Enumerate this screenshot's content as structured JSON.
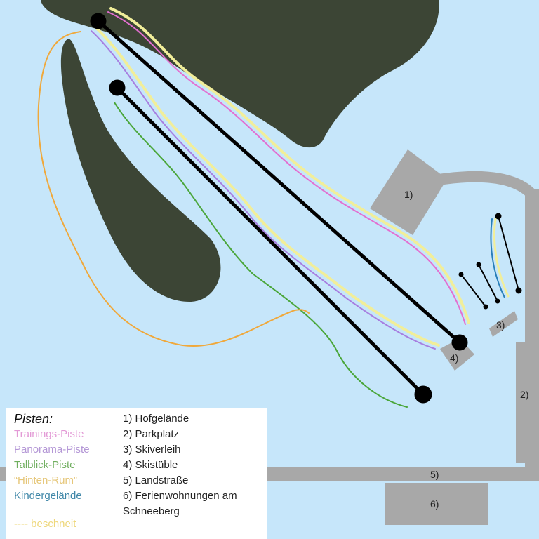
{
  "map": {
    "colors": {
      "background": "#c6e6fa",
      "forest": "#3c4535",
      "building": "#a8a8a8",
      "lift": "#000000",
      "trainings": "#e36fd0",
      "panorama": "#a77fe0",
      "talblick": "#4aa63a",
      "hinten_rum": "#f0a83a",
      "kinder": "#2a7fb8",
      "beschneit": "#f1ee9a"
    },
    "labels": {
      "hof": "1)",
      "parkplatz": "2)",
      "skiverleih": "3)",
      "skistueble": "4)",
      "landstrasse": "5)",
      "ferienwohnungen": "6)"
    }
  },
  "legend": {
    "title": "Pisten:",
    "pisten": [
      {
        "label": "Trainings-Piste",
        "color": "#e39ad6"
      },
      {
        "label": "Panorama-Piste",
        "color": "#b497d6"
      },
      {
        "label": "Talblick-Piste",
        "color": "#6fae5e"
      },
      {
        "label": "“Hinten-Rum”",
        "color": "#e6c77a"
      },
      {
        "label": "Kindergelände",
        "color": "#3f87a8"
      }
    ],
    "beschneit": "---- beschneit",
    "places": [
      "1) Hofgelände",
      "2) Parkplatz",
      "3) Skiverleih",
      "4) Skistüble",
      "5) Landstraße",
      "6) Ferienwohnungen am",
      "Schneeberg"
    ]
  }
}
